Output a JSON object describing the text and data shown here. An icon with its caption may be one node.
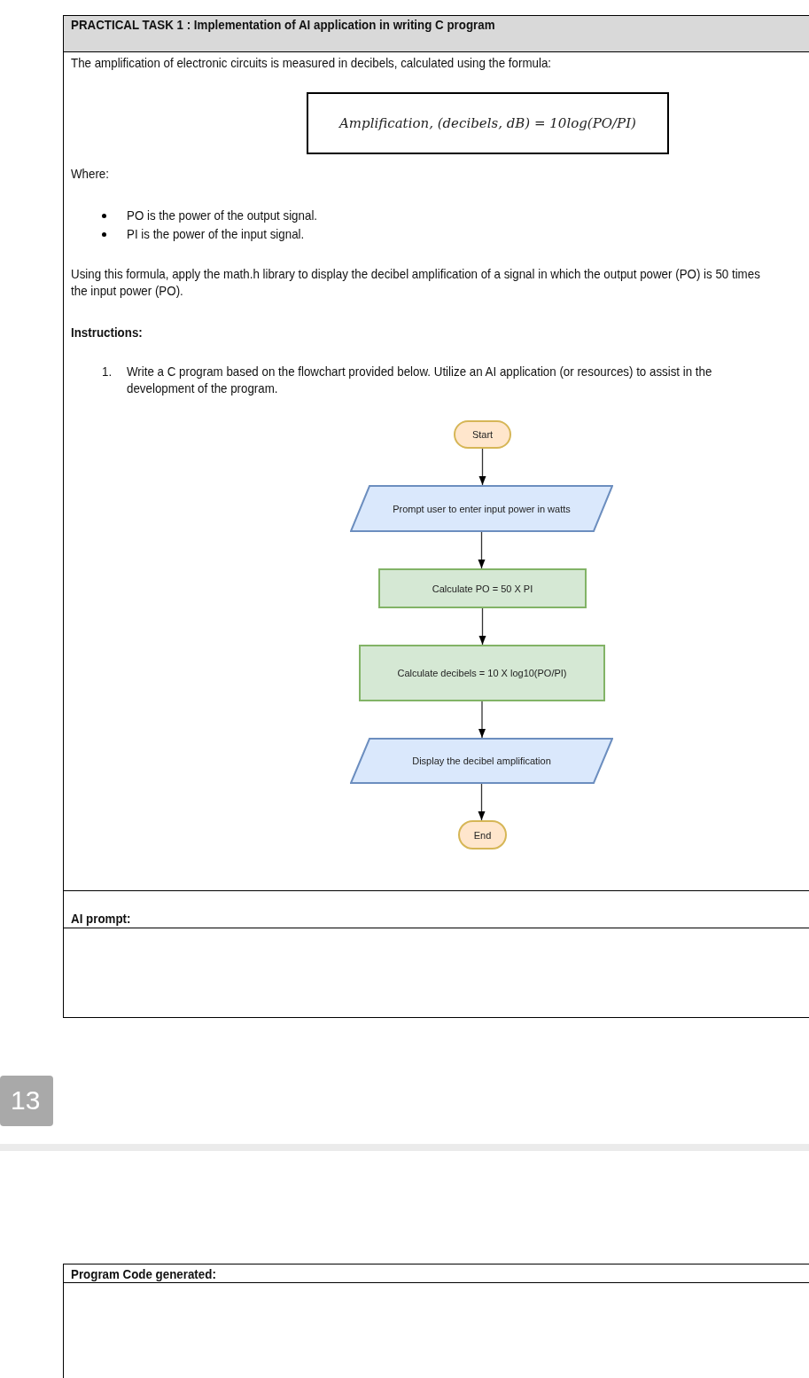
{
  "diagram": {
    "title": "PRACTICAL TASK 1 : Implementation of  AI application in writing C program",
    "nodes": [
      {
        "text": [
          "Amplification, (decibels, dB) = 10log(PO/PI)"
        ]
      },
      {
        "text": [
          "Start"
        ]
      },
      {
        "text": [
          "Prompt user to enter input power in watts"
        ]
      },
      {
        "text": [
          "Calculate PO = 50 X PI"
        ]
      },
      {
        "text": [
          "Calculate decibels = 10 X log10(PO/PI)"
        ]
      },
      {
        "text": [
          "Display the decibel amplification"
        ]
      },
      {
        "text": [
          "End"
        ]
      }
    ],
    "edges": [
      {
        "from": 1,
        "to": 2,
        "arrow": "to"
      },
      {
        "from": 2,
        "to": 3,
        "arrow": "to"
      },
      {
        "from": 3,
        "to": 4,
        "arrow": "to"
      },
      {
        "from": 4,
        "to": 5,
        "arrow": "to"
      },
      {
        "from": 5,
        "to": 6,
        "arrow": "to"
      }
    ],
    "labels": [
      "The amplification of electronic circuits is measured in decibels, calculated using the formula:",
      "Where:",
      "PO is the power of the output signal.",
      "PI is the power of the input signal.",
      "Using this formula, apply the math.h library to display the decibel amplification of a signal in which the output power (PO) is 50 times the input power (PO).",
      "Instructions:",
      "1.",
      "Write a C program based on the flowchart provided below.  Utilize an AI application (or resources) to assist in the development of the program.",
      "AI prompt:",
      "13",
      "Program Code generated:"
    ]
  }
}
